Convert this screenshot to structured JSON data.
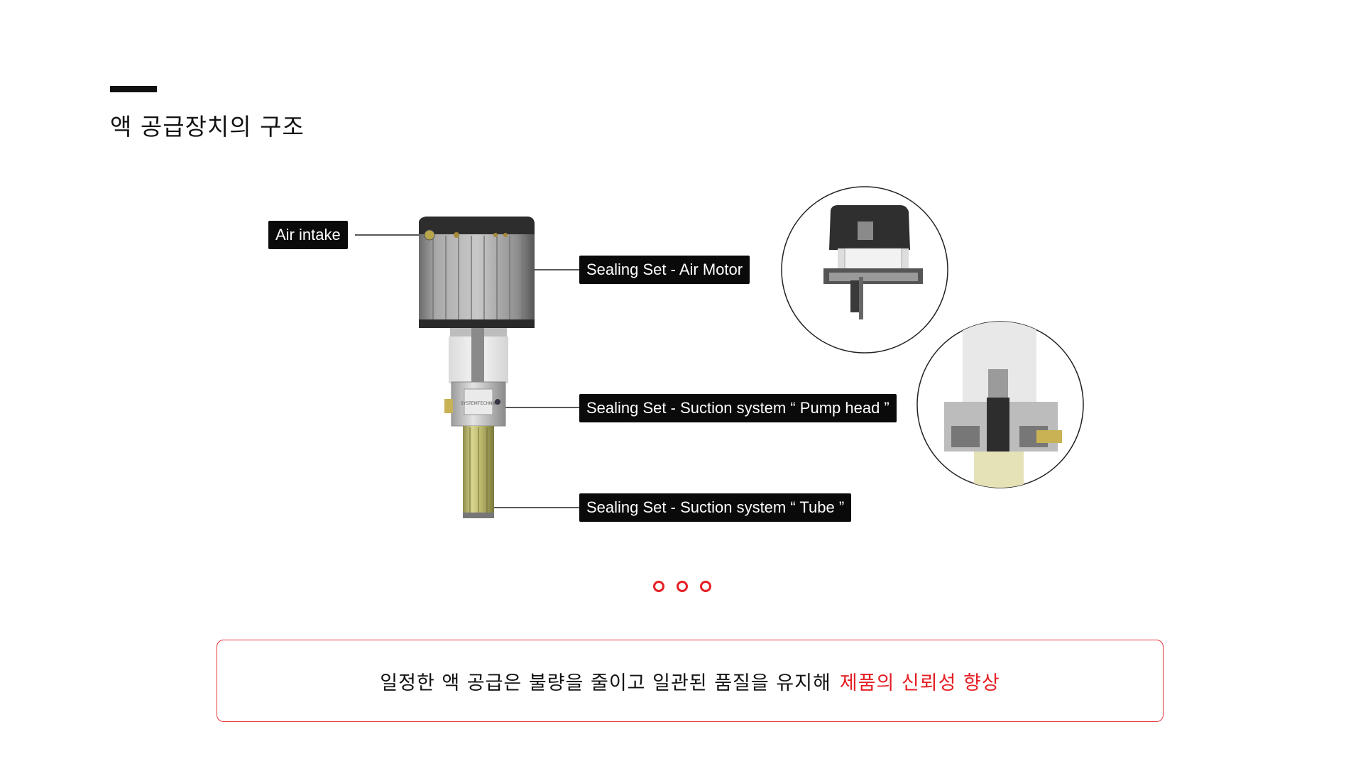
{
  "page": {
    "title": "액 공급장치의 구조"
  },
  "diagram": {
    "labels": {
      "air_intake": "Air intake",
      "air_motor": "Sealing Set - Air Motor",
      "pump_head": "Sealing Set - Suction system “ Pump head ”",
      "tube": "Sealing Set - Suction system “ Tube ”"
    },
    "device_text": "SYSTEMTECHNIK"
  },
  "pager": {
    "count": 3,
    "color": "#e51f24"
  },
  "summary": {
    "text": "일정한 액 공급은 불량을 줄이고 일관된 품질을 유지해",
    "highlight": "제품의 신뢰성 향상",
    "highlight_color": "#e51f24"
  },
  "colors": {
    "accent": "#e51f24",
    "label_bg": "#0a0a0a"
  }
}
